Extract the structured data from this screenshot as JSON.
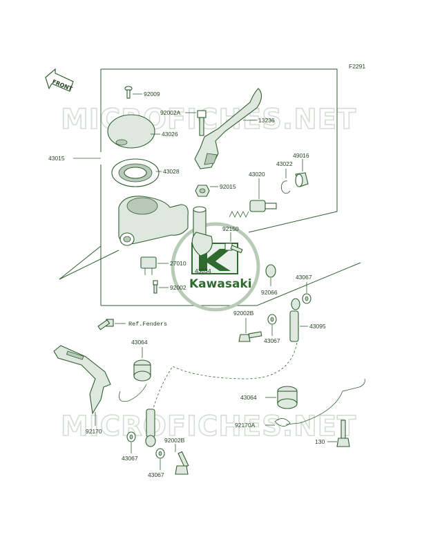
{
  "figure_code": "F2291",
  "front_arrow": "FRONT",
  "watermark": "MICROFICHES.NET",
  "logo_text": "Kawasaki",
  "parts": {
    "p92009": "92009",
    "p92002A": "92002A",
    "p13236": "13236",
    "p43026": "43026",
    "p43015": "43015",
    "p43028": "43028",
    "p43020": "43020",
    "p43022": "43022",
    "p49016": "49016",
    "p92015": "92015",
    "p92150": "92150",
    "p27010": "27010",
    "p43034": "43034",
    "p92002": "92002",
    "p92066": "92066",
    "p43067_a": "43067",
    "p92002B_a": "92002B",
    "p43095": "43095",
    "p43067_b": "43067",
    "p43064_a": "43064",
    "p92170": "92170",
    "p43064_b": "43064",
    "p92170A": "92170A",
    "p130": "130",
    "p92002B_b": "92002B",
    "p43067_c": "43067",
    "p43067_d": "43067"
  },
  "ref_fenders": "Ref.Fenders"
}
